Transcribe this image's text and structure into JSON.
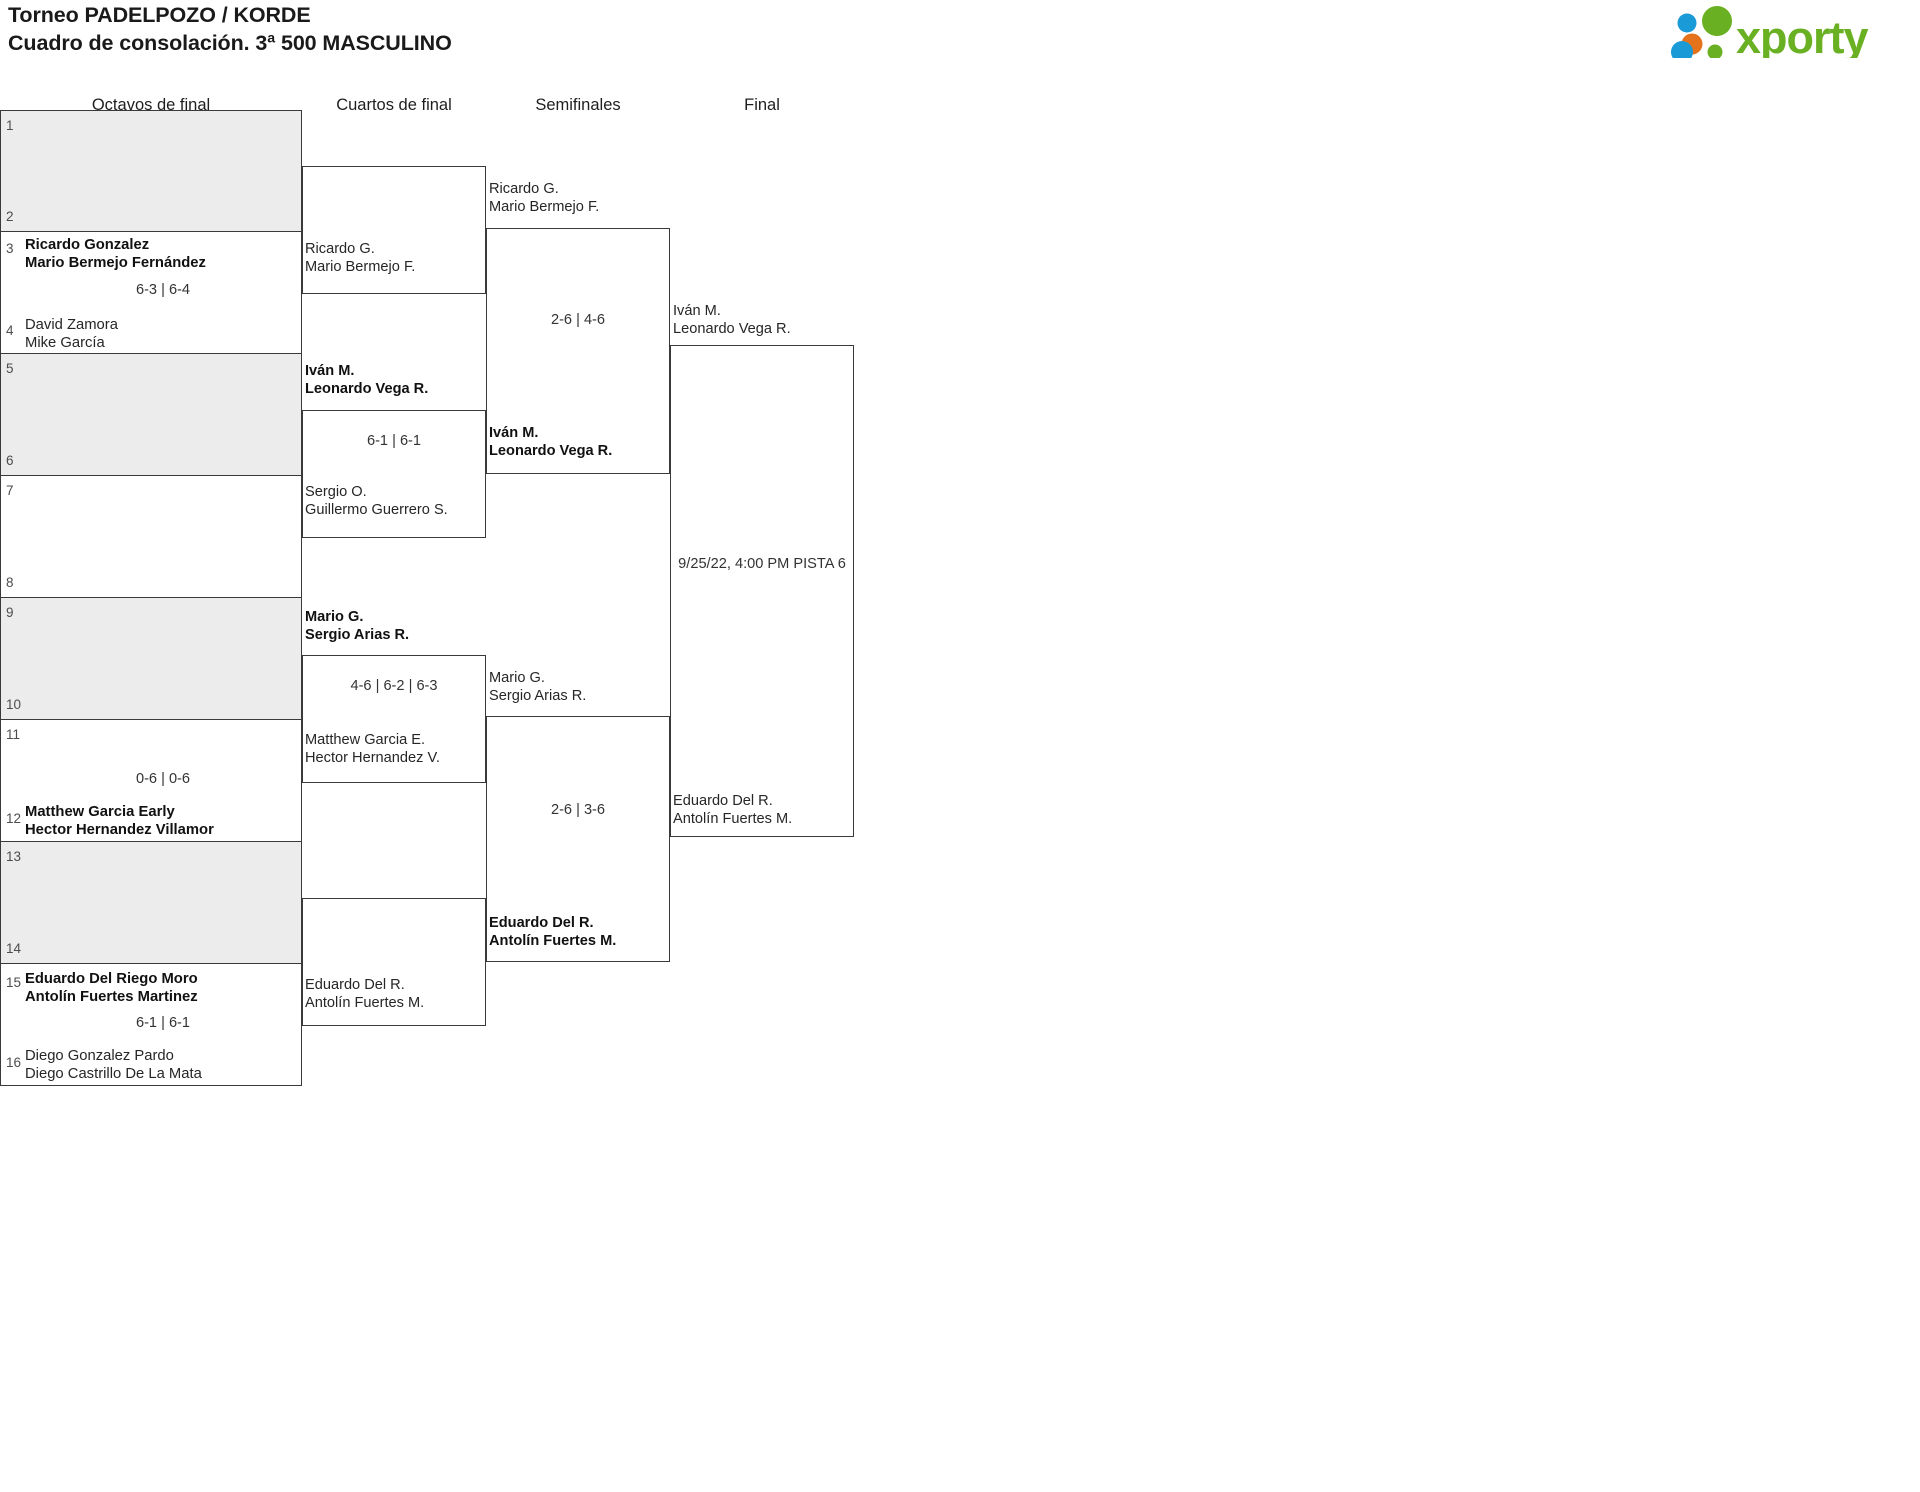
{
  "header": {
    "title_line1": "Torneo PADELPOZO / KORDE",
    "title_line2": "Cuadro de consolación. 3ª 500 MASCULINO",
    "logo_text": "xporty",
    "logo_colors": {
      "green": "#6ab023",
      "blue": "#1a9ad7",
      "orange": "#e4731b"
    }
  },
  "rounds": [
    {
      "id": "octavos",
      "label": "Octavos de final"
    },
    {
      "id": "cuartos",
      "label": "Cuartos de final"
    },
    {
      "id": "semifinales",
      "label": "Semifinales"
    },
    {
      "id": "final",
      "label": "Final"
    }
  ],
  "round1": {
    "slots": [
      {
        "num": "1",
        "line1": "",
        "line2": "",
        "winner": false,
        "shaded": true
      },
      {
        "num": "2",
        "line1": "",
        "line2": "",
        "winner": false,
        "shaded": true
      },
      {
        "num": "3",
        "line1": "Ricardo Gonzalez",
        "line2": "Mario Bermejo Fernández",
        "winner": true,
        "shaded": false
      },
      {
        "num": "4",
        "line1": "David Zamora",
        "line2": "Mike García",
        "winner": false,
        "shaded": false
      },
      {
        "num": "5",
        "line1": "",
        "line2": "",
        "winner": false,
        "shaded": true
      },
      {
        "num": "6",
        "line1": "",
        "line2": "",
        "winner": false,
        "shaded": true
      },
      {
        "num": "7",
        "line1": "",
        "line2": "",
        "winner": false,
        "shaded": false
      },
      {
        "num": "8",
        "line1": "",
        "line2": "",
        "winner": false,
        "shaded": false
      },
      {
        "num": "9",
        "line1": "",
        "line2": "",
        "winner": false,
        "shaded": true
      },
      {
        "num": "10",
        "line1": "",
        "line2": "",
        "winner": false,
        "shaded": true
      },
      {
        "num": "11",
        "line1": "",
        "line2": "",
        "winner": false,
        "shaded": false
      },
      {
        "num": "12",
        "line1": "Matthew Garcia Early",
        "line2": "Hector Hernandez Villamor",
        "winner": true,
        "shaded": false
      },
      {
        "num": "13",
        "line1": "",
        "line2": "",
        "winner": false,
        "shaded": true
      },
      {
        "num": "14",
        "line1": "",
        "line2": "",
        "winner": false,
        "shaded": true
      },
      {
        "num": "15",
        "line1": "Eduardo Del Riego Moro",
        "line2": "Antolín Fuertes Martinez",
        "winner": true,
        "shaded": false
      },
      {
        "num": "16",
        "line1": "Diego Gonzalez Pardo",
        "line2": "Diego Castrillo De La Mata",
        "winner": false,
        "shaded": false
      }
    ],
    "scores": [
      {
        "slots": "1-2",
        "value": ""
      },
      {
        "slots": "3-4",
        "value": "6-3 | 6-4"
      },
      {
        "slots": "5-6",
        "value": ""
      },
      {
        "slots": "7-8",
        "value": ""
      },
      {
        "slots": "9-10",
        "value": ""
      },
      {
        "slots": "11-12",
        "value": "0-6 | 0-6"
      },
      {
        "slots": "13-14",
        "value": ""
      },
      {
        "slots": "15-16",
        "value": "6-1 | 6-1"
      }
    ]
  },
  "round2": {
    "matches": [
      {
        "top": {
          "line1": "Ricardo G.",
          "line2": "Mario Bermejo F.",
          "winner": false
        },
        "bottom": {
          "line1": "",
          "line2": "",
          "winner": false
        },
        "score": ""
      },
      {
        "top": {
          "line1": "Iván M.",
          "line2": "Leonardo Vega R.",
          "winner": true
        },
        "bottom": {
          "line1": "Sergio O.",
          "line2": "Guillermo Guerrero S.",
          "winner": false
        },
        "score": "6-1 | 6-1"
      },
      {
        "top": {
          "line1": "Mario G.",
          "line2": "Sergio Arias R.",
          "winner": true
        },
        "bottom": {
          "line1": "Matthew Garcia E.",
          "line2": "Hector Hernandez V.",
          "winner": false
        },
        "score": "4-6 | 6-2 | 6-3"
      },
      {
        "top": {
          "line1": "",
          "line2": "",
          "winner": false
        },
        "bottom": {
          "line1": "Eduardo Del R.",
          "line2": "Antolín Fuertes M.",
          "winner": false
        },
        "score": ""
      }
    ]
  },
  "round3": {
    "matches": [
      {
        "top": {
          "line1": "Ricardo G.",
          "line2": "Mario Bermejo F.",
          "winner": false
        },
        "bottom": {
          "line1": "Iván M.",
          "line2": "Leonardo Vega R.",
          "winner": true
        },
        "score": "2-6 | 4-6"
      },
      {
        "top": {
          "line1": "Mario G.",
          "line2": "Sergio Arias R.",
          "winner": false
        },
        "bottom": {
          "line1": "Eduardo Del R.",
          "line2": "Antolín Fuertes M.",
          "winner": true
        },
        "score": "2-6 | 3-6"
      }
    ]
  },
  "round4": {
    "match": {
      "top": {
        "line1": "Iván M.",
        "line2": "Leonardo Vega R.",
        "winner": false
      },
      "bottom": {
        "line1": "Eduardo Del R.",
        "line2": "Antolín Fuertes M.",
        "winner": false
      },
      "schedule": "9/25/22, 4:00 PM PISTA 6"
    }
  }
}
